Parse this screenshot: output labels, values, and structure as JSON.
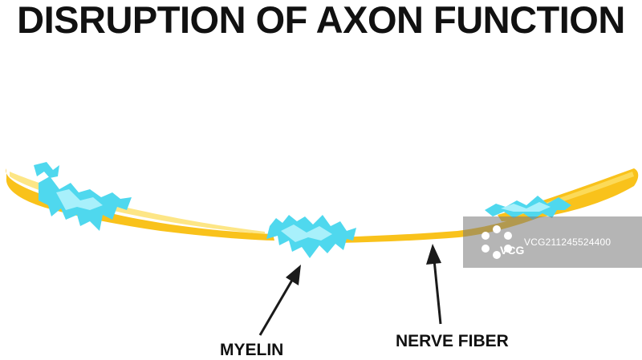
{
  "title": "DISRUPTION OF AXON FUNCTION",
  "labels": {
    "myelin": "MYELIN",
    "nerve_fiber": "NERVE FIBER"
  },
  "watermark": {
    "brand": "VCG",
    "id": "VCG211245524400"
  },
  "colors": {
    "nerve_fiber": "#f9c21b",
    "nerve_fiber_light": "#fde068",
    "myelin": "#4fd8ee",
    "myelin_light": "#a8f0fb",
    "arrow": "#1a1a1a"
  }
}
